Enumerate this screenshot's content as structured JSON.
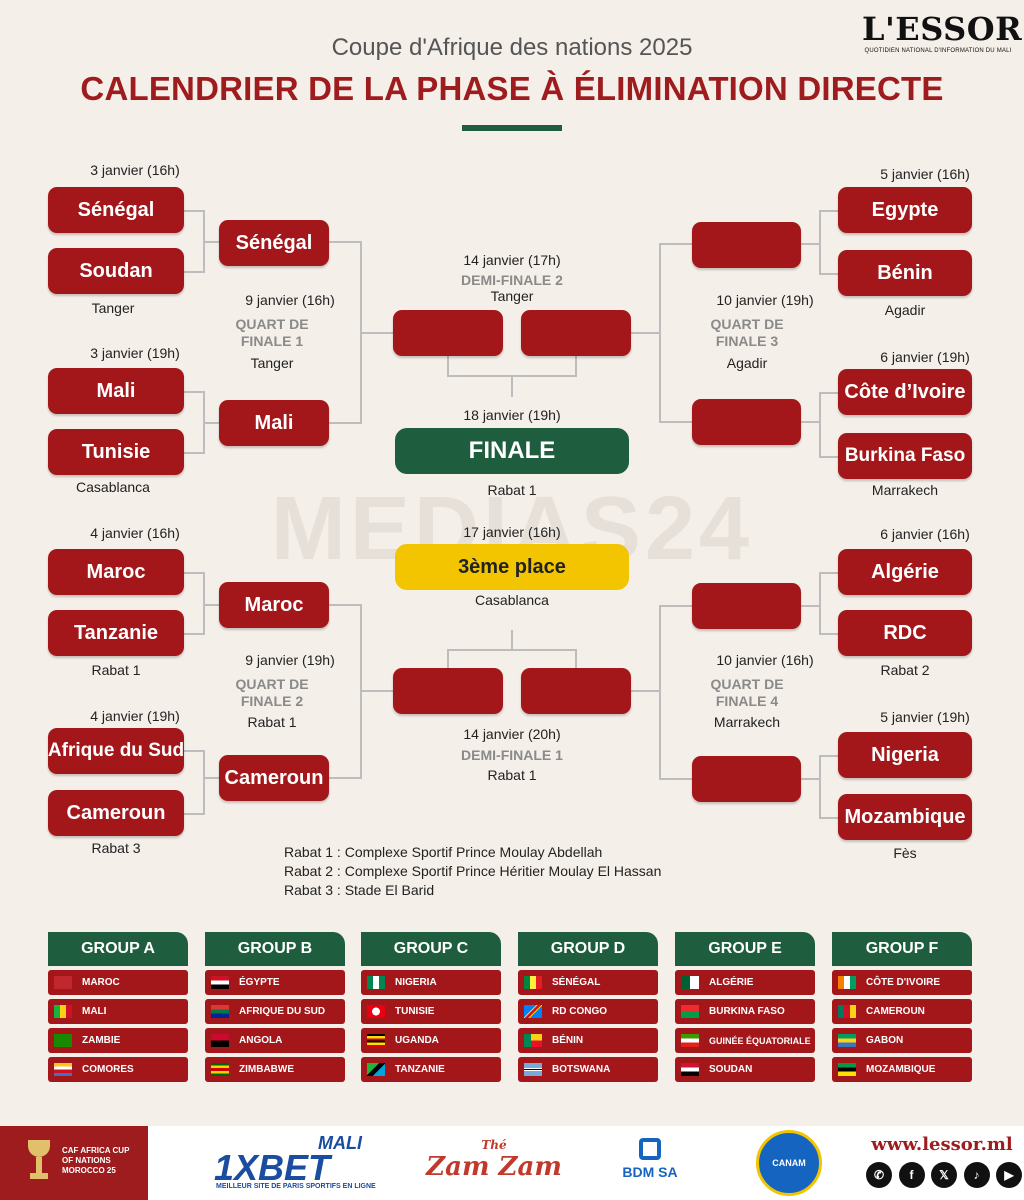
{
  "header": {
    "logo": "L'ESSOR",
    "logo_sub": "QUOTIDIEN NATIONAL D'INFORMATION DU MALI",
    "supertitle": "Coupe d'Afrique des nations 2025",
    "title": "CALENDRIER DE LA PHASE À ÉLIMINATION DIRECTE",
    "watermark": "MEDIAS24"
  },
  "colors": {
    "red": "#a3171b",
    "green": "#1e5e3e",
    "yellow": "#f2c500",
    "background": "#f4efe8"
  },
  "left": {
    "m1": {
      "date": "3 janvier (16h)",
      "team1": "Sénégal",
      "team2": "Soudan",
      "city": "Tanger"
    },
    "m2": {
      "date": "3 janvier (19h)",
      "team1": "Mali",
      "team2": "Tunisie",
      "city": "Casablanca"
    },
    "m3": {
      "date": "4 janvier (16h)",
      "team1": "Maroc",
      "team2": "Tanzanie",
      "city": "Rabat 1"
    },
    "m4": {
      "date": "4 janvier (19h)",
      "team1": "Afrique du Sud",
      "team2": "Cameroun",
      "city": "Rabat 3"
    },
    "qf1": {
      "date": "9 janvier (16h)",
      "label": "QUART DE FINALE 1",
      "city": "Tanger",
      "team1": "Sénégal",
      "team2": "Mali"
    },
    "qf2": {
      "date": "9 janvier (19h)",
      "label": "QUART DE FINALE 2",
      "city": "Rabat 1",
      "team1": "Maroc",
      "team2": "Cameroun"
    }
  },
  "right": {
    "m1": {
      "date": "5 janvier (16h)",
      "team1": "Egypte",
      "team2": "Bénin",
      "city": "Agadir"
    },
    "m2": {
      "date": "6 janvier (19h)",
      "team1": "Côte d’Ivoire",
      "team2": "Burkina Faso",
      "city": "Marrakech"
    },
    "m3": {
      "date": "6 janvier (16h)",
      "team1": "Algérie",
      "team2": "RDC",
      "city": "Rabat 2"
    },
    "m4": {
      "date": "5 janvier (19h)",
      "team1": "Nigeria",
      "team2": "Mozambique",
      "city": "Fès"
    },
    "qf3": {
      "date": "10 janvier (19h)",
      "label": "QUART DE FINALE 3",
      "city": "Agadir"
    },
    "qf4": {
      "date": "10 janvier (16h)",
      "label": "QUART DE FINALE 4",
      "city": "Marrakech"
    }
  },
  "center": {
    "sf2": {
      "date": "14 janvier (17h)",
      "label": "DEMI-FINALE 2",
      "city": "Tanger"
    },
    "final": {
      "date": "18 janvier (19h)",
      "label": "FINALE",
      "city": "Rabat 1"
    },
    "third": {
      "date": "17 janvier (16h)",
      "label": "3ème place",
      "city": "Casablanca"
    },
    "sf1": {
      "date": "14 janvier (20h)",
      "label": "DEMI-FINALE 1",
      "city": "Rabat 1"
    }
  },
  "stadiums": [
    "Rabat 1 : Complexe Sportif Prince Moulay Abdellah",
    "Rabat 2 : Complexe Sportif Prince Héritier Moulay El Hassan",
    "Rabat 3 : Stade El Barid"
  ],
  "groups": [
    {
      "name": "GROUP A",
      "teams": [
        "MAROC",
        "MALI",
        "ZAMBIE",
        "COMORES"
      ]
    },
    {
      "name": "GROUP B",
      "teams": [
        "ÉGYPTE",
        "AFRIQUE DU SUD",
        "ANGOLA",
        "ZIMBABWE"
      ]
    },
    {
      "name": "GROUP C",
      "teams": [
        "NIGERIA",
        "TUNISIE",
        "UGANDA",
        "TANZANIE"
      ]
    },
    {
      "name": "GROUP D",
      "teams": [
        "SÉNÉGAL",
        "RD CONGO",
        "BÉNIN",
        "BOTSWANA"
      ]
    },
    {
      "name": "GROUP E",
      "teams": [
        "ALGÉRIE",
        "BURKINA FASO",
        "GUINÉE ÉQUATORIALE",
        "SOUDAN"
      ]
    },
    {
      "name": "GROUP F",
      "teams": [
        "CÔTE D'IVOIRE",
        "CAMEROUN",
        "GABON",
        "MOZAMBIQUE"
      ]
    }
  ],
  "footer": {
    "can_logo": "CAF AFRICA CUP OF NATIONS MOROCCO 25",
    "sponsor1": "1XBET",
    "sponsor1_tag": "MALI",
    "sponsor1_sub": "MEILLEUR SITE DE PARIS SPORTIFS EN LIGNE",
    "sponsor2": "Zam Zam",
    "sponsor2_pre": "Thé",
    "sponsor3": "BDM SA",
    "sponsor4": "CANAM",
    "website": "www.lessor.ml",
    "socials": [
      "whatsapp-icon",
      "facebook-icon",
      "x-icon",
      "tiktok-icon",
      "youtube-icon"
    ]
  }
}
